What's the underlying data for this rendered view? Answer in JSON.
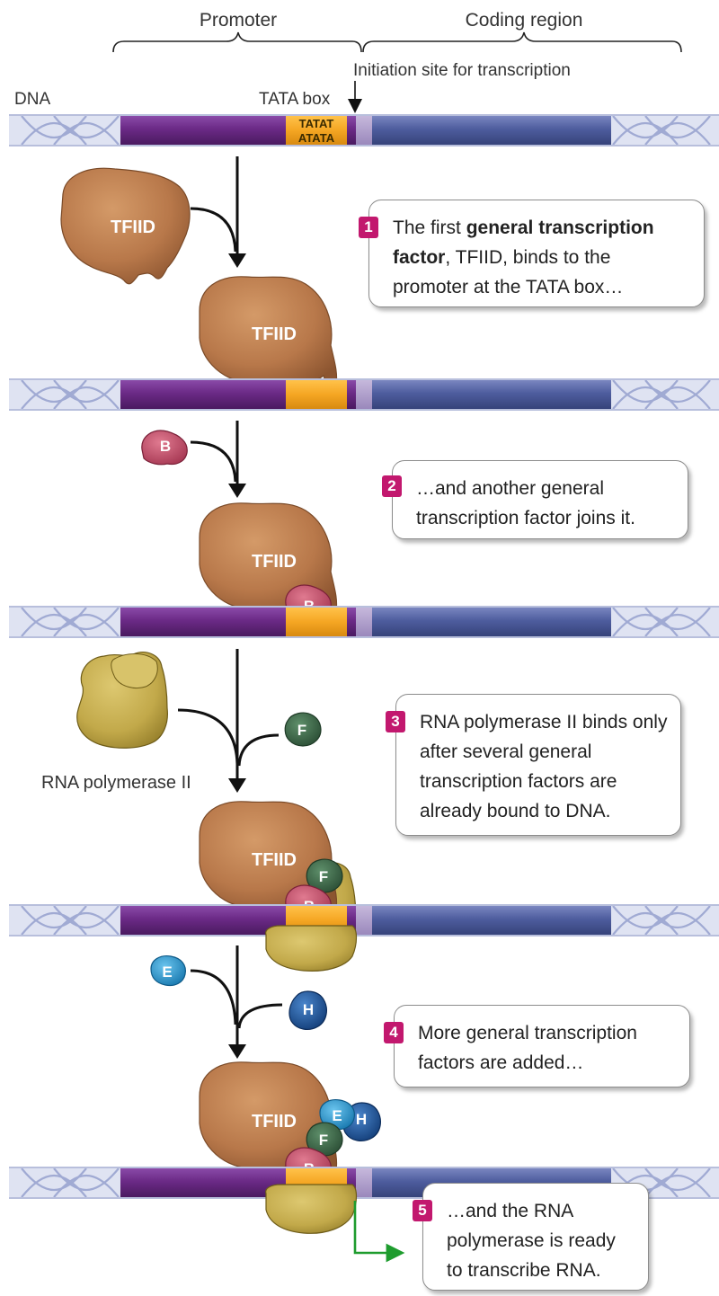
{
  "labels": {
    "promoter": "Promoter",
    "coding_region": "Coding region",
    "initiation_site": "Initiation site for transcription",
    "dna": "DNA",
    "tata_box": "TATA box",
    "tata_top": "TATAT",
    "tata_bottom": "ATATA",
    "rna_polymerase": "RNA polymerase II"
  },
  "factors": {
    "tfiid": "TFIID",
    "b": "B",
    "f": "F",
    "e": "E",
    "h": "H"
  },
  "steps": [
    {
      "num": "1",
      "before": "The first ",
      "bold": "general transcription factor",
      "after": ", TFIID, binds to the promoter at the TATA box…"
    },
    {
      "num": "2",
      "before": "…and another general transcription factor joins it.",
      "bold": "",
      "after": ""
    },
    {
      "num": "3",
      "before": "RNA polymerase II binds only after several general transcription factors are already bound to DNA.",
      "bold": "",
      "after": ""
    },
    {
      "num": "4",
      "before": "More general transcription factors are added…",
      "bold": "",
      "after": ""
    },
    {
      "num": "5",
      "before": "…and the RNA polymerase is ready to transcribe RNA.",
      "bold": "",
      "after": ""
    }
  ],
  "colors": {
    "promoter_dna": "#6b2a86",
    "coding_dna": "#4e5d9e",
    "tata_box": "#f5a623",
    "tfiid": "#b8784a",
    "factor_b": "#c0506b",
    "factor_f": "#3e6b4a",
    "factor_e": "#2b9bd4",
    "factor_h": "#1f5fa8",
    "rna_polymerase": "#c2a94a",
    "badge": "#c2186e",
    "transcription_arrow": "#1e9c2e"
  }
}
